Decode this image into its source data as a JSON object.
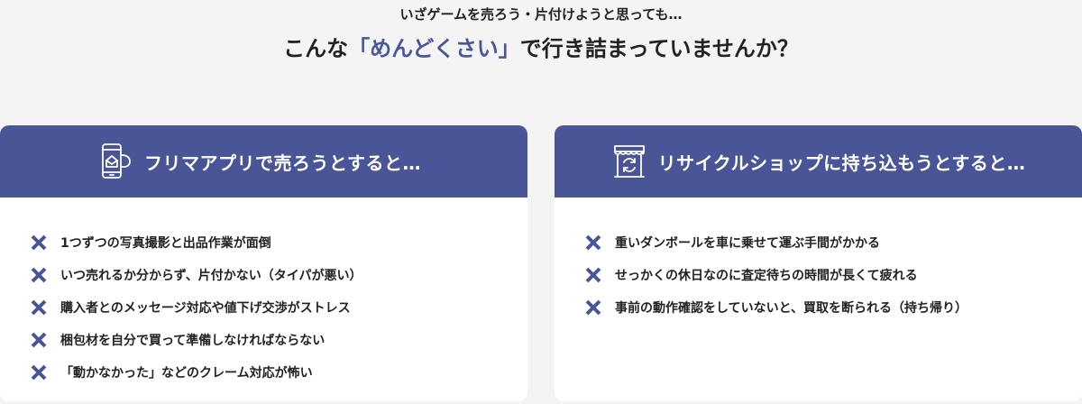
{
  "intro": {
    "subtitle": "いざゲームを売ろう・片付けようと思っても…",
    "title_before": "こんな",
    "title_highlight": "「めんどくさい」",
    "title_after": "で行き詰まっていませんか？"
  },
  "colors": {
    "accent": "#4a5598",
    "background": "#f4f4f4",
    "text": "#222222"
  },
  "cards": [
    {
      "icon": "smartphone-mail-icon",
      "title": "フリマアプリで売ろうとすると…",
      "items": [
        "1つずつの写真撮影と出品作業が面倒",
        "いつ売れるか分からず、片付かない（タイパが悪い）",
        "購入者とのメッセージ対応や値下げ交渉がストレス",
        "梱包材を自分で買って準備しなければならない",
        "「動かなかった」などのクレーム対応が怖い"
      ]
    },
    {
      "icon": "shop-recycle-icon",
      "title": "リサイクルショップに持ち込もうとすると…",
      "items": [
        "重いダンボールを車に乗せて運ぶ手間がかかる",
        "せっかくの休日なのに査定待ちの時間が長くて疲れる",
        "事前の動作確認をしていないと、買取を断られる（持ち帰り）"
      ]
    }
  ]
}
